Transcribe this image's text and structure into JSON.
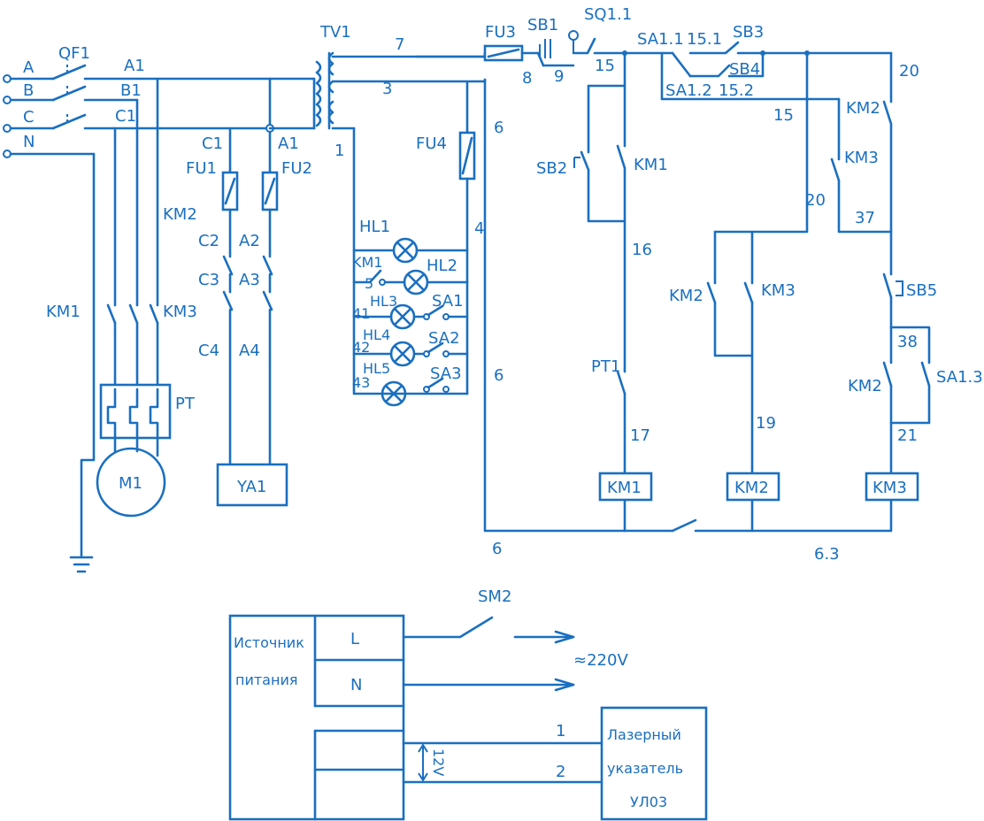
{
  "colors": {
    "line": "#1a6fc0",
    "background": "#ffffff"
  },
  "icons": [
    "motor-icon",
    "lamp-icon",
    "fuse-icon",
    "ground-icon",
    "switch-icon",
    "transformer-icon",
    "arrow-icon"
  ],
  "lines": {
    "A": "A",
    "B": "B",
    "C": "C",
    "N": "N"
  },
  "phase_labels": {
    "A1": "A1",
    "B1": "B1",
    "C1": "C1",
    "A1b": "A1",
    "C1b": "C1"
  },
  "components": {
    "QF1": "QF1",
    "KM1": "KM1",
    "KM2": "KM2",
    "KM3": "KM3",
    "PT": "PT",
    "M1": "M1",
    "FU1": "FU1",
    "FU2": "FU2",
    "YA1": "YA1",
    "TV1": "TV1",
    "FU3": "FU3",
    "FU4": "FU4",
    "SB1": "SB1",
    "SQ11": "SQ1.1",
    "SA11": "SA1.1",
    "SA12": "SA1.2",
    "SB3": "SB3",
    "SB4": "SB4",
    "SB2": "SB2",
    "PT1": "PT1",
    "SB5": "SB5",
    "SA13": "SA1.3",
    "HL1": "HL1",
    "HL2": "HL2",
    "HL3": "HL3",
    "HL4": "HL4",
    "HL5": "HL5",
    "SA1": "SA1",
    "SA2": "SA2",
    "SA3": "SA3",
    "SM2": "SM2"
  },
  "wire_labels": {
    "C2": "C2",
    "C3": "C3",
    "C4": "C4",
    "A2": "A2",
    "A3": "A3",
    "A4": "A4",
    "w1": "1",
    "w3": "3",
    "w4": "4",
    "w5": "5",
    "w6a": "6",
    "w6b": "6",
    "w6c": "6",
    "w7": "7",
    "w8": "8",
    "w9": "9",
    "w15a": "15",
    "w15b": "15",
    "w151": "15.1",
    "w152": "15.2",
    "w16": "16",
    "w17": "17",
    "w19": "19",
    "w20a": "20",
    "w20b": "20",
    "w21": "21",
    "w37": "37",
    "w38": "38",
    "w41": "41",
    "w42": "42",
    "w43": "43",
    "w63": "6.3"
  },
  "power_block": {
    "source_label_1": "Источник",
    "source_label_2": "питания",
    "L": "L",
    "N": "N",
    "voltage_ac": "≈220V",
    "voltage_dc": "12V",
    "wire_1": "1",
    "wire_2": "2",
    "laser_1": "Лазерный",
    "laser_2": "указатель",
    "laser_3": "УЛ03"
  }
}
